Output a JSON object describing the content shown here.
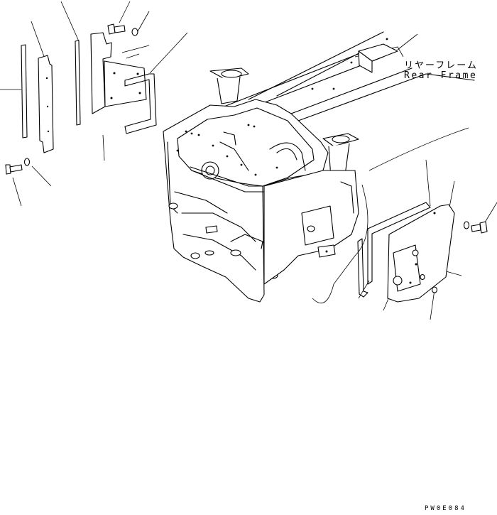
{
  "callouts": {
    "rear_frame_jp": "リヤーフレーム",
    "rear_frame_en": "Rear Frame"
  },
  "drawing_code": "PW0E084"
}
